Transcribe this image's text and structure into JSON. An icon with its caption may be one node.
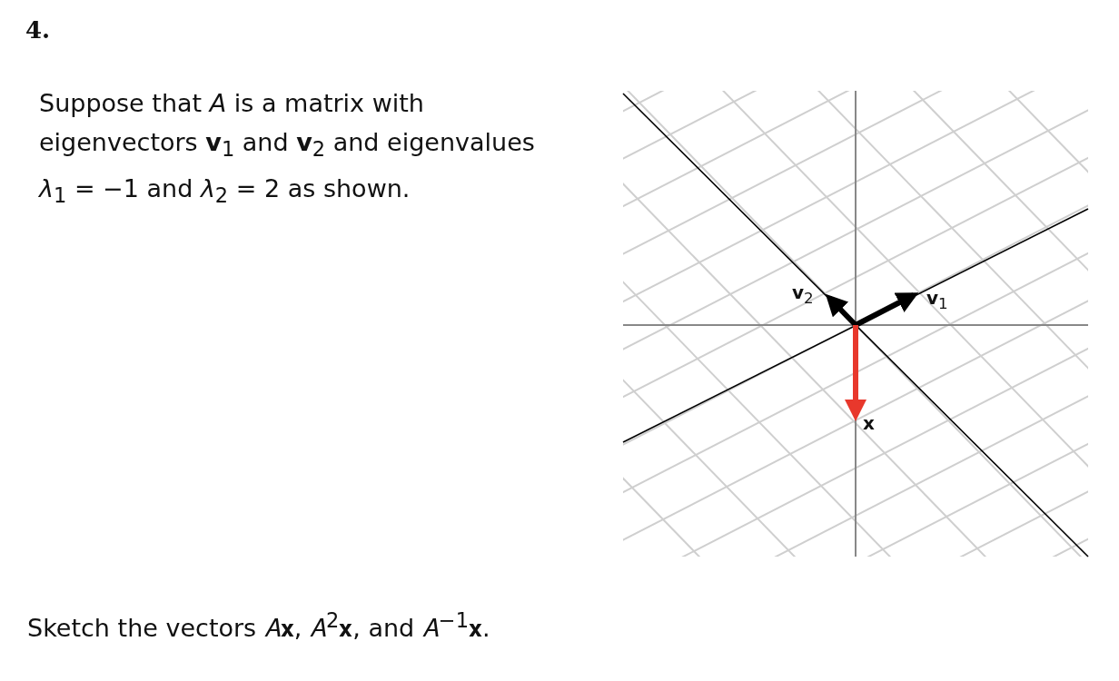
{
  "diagram": {
    "title": "4.",
    "labels": [
      "Suppose that *A* is a matrix with eigenvectors **v**$_{1}$ and **v**$_{2}$ and eigenvalues *λ*$_{1}$ = −1 and *λ*$_{2}$ = 2 as shown.",
      "**v**$_{2}$",
      "**v**$_{1}$",
      "**x**",
      "Sketch the vectors 𝐴𝐱, 𝐴$^{2}$𝐱, and 𝐴$^{−1}$𝐱."
    ]
  }
}
